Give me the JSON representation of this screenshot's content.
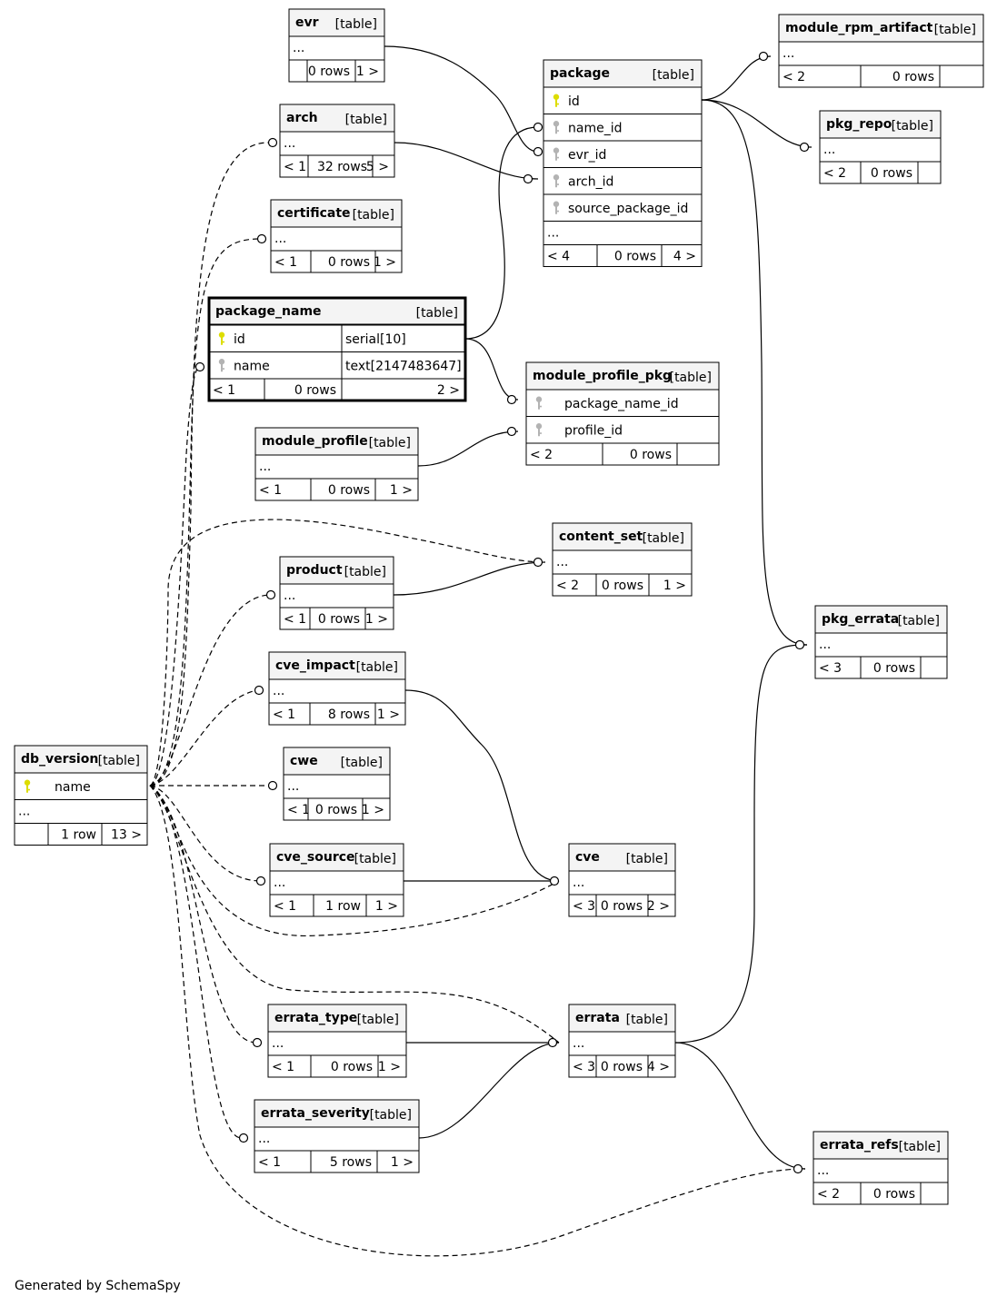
{
  "footer": "Generated by SchemaSpy",
  "colors": {
    "header_bg": "#f4f4f4",
    "primary_key": "#dddd00",
    "foreign_key": "#b3b3b3",
    "border": "#000000"
  },
  "tables": [
    {
      "id": "evr",
      "name": "evr",
      "kind": "[table]",
      "columns": [],
      "stats": [
        "",
        "0 rows",
        "1 >"
      ]
    },
    {
      "id": "arch",
      "name": "arch",
      "kind": "[table]",
      "columns": [],
      "stats": [
        "< 1",
        "32 rows",
        "5 >"
      ]
    },
    {
      "id": "certificate",
      "name": "certificate",
      "kind": "[table]",
      "columns": [],
      "stats": [
        "< 1",
        "0 rows",
        "1 >"
      ]
    },
    {
      "id": "package_name",
      "name": "package_name",
      "kind": "[table]",
      "columns": [
        {
          "key": "pk",
          "name": "id",
          "type": "serial[10]"
        },
        {
          "key": "fk",
          "name": "name",
          "type": "text[2147483647]"
        }
      ],
      "stats": [
        "< 1",
        "0 rows",
        "2 >"
      ]
    },
    {
      "id": "module_profile",
      "name": "module_profile",
      "kind": "[table]",
      "columns": [],
      "stats": [
        "< 1",
        "0 rows",
        "1 >"
      ]
    },
    {
      "id": "product",
      "name": "product",
      "kind": "[table]",
      "columns": [],
      "stats": [
        "< 1",
        "0 rows",
        "1 >"
      ]
    },
    {
      "id": "cve_impact",
      "name": "cve_impact",
      "kind": "[table]",
      "columns": [],
      "stats": [
        "< 1",
        "8 rows",
        "1 >"
      ]
    },
    {
      "id": "cwe",
      "name": "cwe",
      "kind": "[table]",
      "columns": [],
      "stats": [
        "< 1",
        "0 rows",
        "1 >"
      ]
    },
    {
      "id": "cve_source",
      "name": "cve_source",
      "kind": "[table]",
      "columns": [],
      "stats": [
        "< 1",
        "1 row",
        "1 >"
      ]
    },
    {
      "id": "errata_type",
      "name": "errata_type",
      "kind": "[table]",
      "columns": [],
      "stats": [
        "< 1",
        "0 rows",
        "1 >"
      ]
    },
    {
      "id": "errata_severity",
      "name": "errata_severity",
      "kind": "[table]",
      "columns": [],
      "stats": [
        "< 1",
        "5 rows",
        "1 >"
      ]
    },
    {
      "id": "db_version",
      "name": "db_version",
      "kind": "[table]",
      "columns": [
        {
          "key": "pk",
          "name": "name"
        }
      ],
      "stats": [
        "",
        "1 row",
        "13 >"
      ]
    },
    {
      "id": "package",
      "name": "package",
      "kind": "[table]",
      "columns": [
        {
          "key": "pk",
          "name": "id"
        },
        {
          "key": "fk",
          "name": "name_id"
        },
        {
          "key": "fk",
          "name": "evr_id"
        },
        {
          "key": "fk",
          "name": "arch_id"
        },
        {
          "key": "fk",
          "name": "source_package_id"
        }
      ],
      "stats": [
        "< 4",
        "0 rows",
        "4 >"
      ]
    },
    {
      "id": "module_profile_pkg",
      "name": "module_profile_pkg",
      "kind": "[table]",
      "columns": [
        {
          "key": "fk",
          "name": "package_name_id"
        },
        {
          "key": "fk",
          "name": "profile_id"
        }
      ],
      "stats": [
        "< 2",
        "0 rows",
        ""
      ]
    },
    {
      "id": "content_set",
      "name": "content_set",
      "kind": "[table]",
      "columns": [],
      "stats": [
        "< 2",
        "0 rows",
        "1 >"
      ]
    },
    {
      "id": "cve",
      "name": "cve",
      "kind": "[table]",
      "columns": [],
      "stats": [
        "< 3",
        "0 rows",
        "2 >"
      ]
    },
    {
      "id": "errata",
      "name": "errata",
      "kind": "[table]",
      "columns": [],
      "stats": [
        "< 3",
        "0 rows",
        "4 >"
      ]
    },
    {
      "id": "module_rpm_artifact",
      "name": "module_rpm_artifact",
      "kind": "[table]",
      "columns": [],
      "stats": [
        "< 2",
        "0 rows",
        ""
      ]
    },
    {
      "id": "pkg_repo",
      "name": "pkg_repo",
      "kind": "[table]",
      "columns": [],
      "stats": [
        "< 2",
        "0 rows",
        ""
      ]
    },
    {
      "id": "pkg_errata",
      "name": "pkg_errata",
      "kind": "[table]",
      "columns": [],
      "stats": [
        "< 3",
        "0 rows",
        ""
      ]
    },
    {
      "id": "errata_refs",
      "name": "errata_refs",
      "kind": "[table]",
      "columns": [],
      "stats": [
        "< 2",
        "0 rows",
        ""
      ]
    }
  ]
}
